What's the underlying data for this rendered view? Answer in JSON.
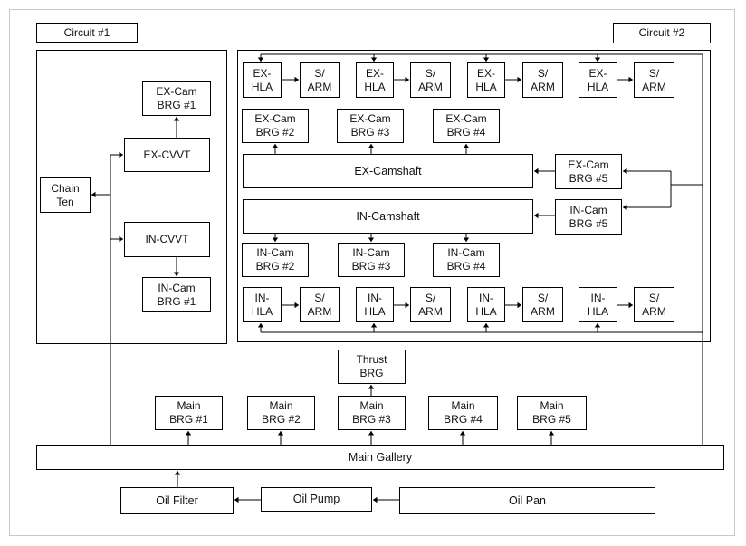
{
  "labels": {
    "circuit1": "Circuit #1",
    "circuit2": "Circuit #2",
    "chain_ten": "Chain\nTen",
    "ex_cvvt": "EX-CVVT",
    "in_cvvt": "IN-CVVT",
    "ex_cam_brg_1": "EX-Cam\nBRG #1",
    "in_cam_brg_1": "IN-Cam\nBRG #1",
    "ex_hla": "EX-\nHLA",
    "in_hla": "IN-\nHLA",
    "s_arm": "S/\nARM",
    "ex_cam_brg_2": "EX-Cam\nBRG #2",
    "ex_cam_brg_3": "EX-Cam\nBRG #3",
    "ex_cam_brg_4": "EX-Cam\nBRG #4",
    "ex_cam_brg_5": "EX-Cam\nBRG #5",
    "ex_camshaft": "EX-Camshaft",
    "in_camshaft": "IN-Camshaft",
    "in_cam_brg_2": "IN-Cam\nBRG #2",
    "in_cam_brg_3": "IN-Cam\nBRG #3",
    "in_cam_brg_4": "IN-Cam\nBRG #4",
    "in_cam_brg_5": "IN-Cam\nBRG #5",
    "thrust_brg": "Thrust\nBRG",
    "main_brg_1": "Main\nBRG #1",
    "main_brg_2": "Main\nBRG #2",
    "main_brg_3": "Main\nBRG #3",
    "main_brg_4": "Main\nBRG #4",
    "main_brg_5": "Main\nBRG #5",
    "main_gallery": "Main Gallery",
    "oil_filter": "Oil Filter",
    "oil_pump": "Oil Pump",
    "oil_pan": "Oil Pan"
  }
}
